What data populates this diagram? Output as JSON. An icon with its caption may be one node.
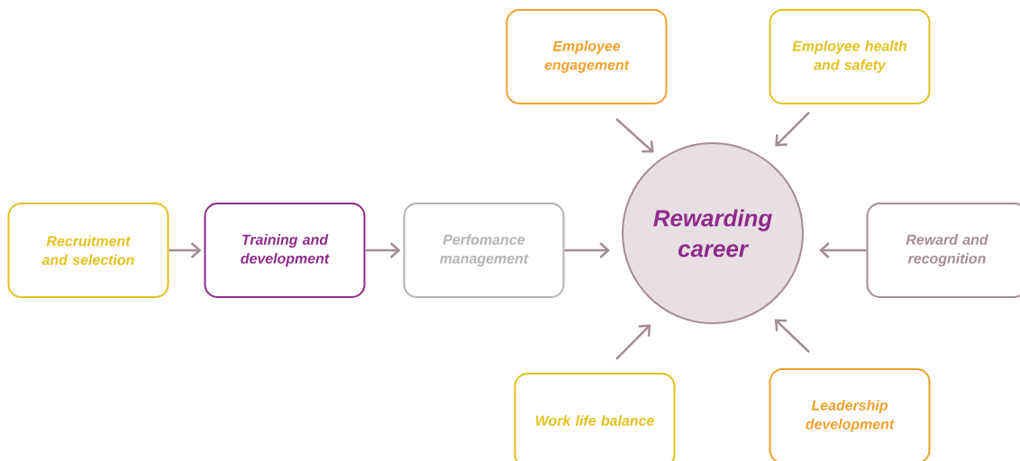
{
  "diagram": {
    "nodes": [
      {
        "text": [
          "Employee engagement"
        ]
      },
      {
        "text": [
          "Employee health and safety"
        ]
      },
      {
        "text": [
          "Recruitment and selection"
        ]
      },
      {
        "text": [
          "Training and development"
        ]
      },
      {
        "text": [
          "Perfomance management"
        ]
      },
      {
        "text": [
          "Rewarding career"
        ]
      },
      {
        "text": [
          "Reward and recognition"
        ]
      },
      {
        "text": [
          "Work life balance"
        ]
      },
      {
        "text": [
          "Leadership development"
        ]
      }
    ],
    "edges": [
      {
        "from": 2,
        "to": 3,
        "arrow": "to"
      },
      {
        "from": 3,
        "to": 4,
        "arrow": "to"
      },
      {
        "from": 4,
        "to": 5,
        "arrow": "to"
      },
      {
        "from": 6,
        "to": 5,
        "arrow": "to"
      },
      {
        "from": 0,
        "to": 5,
        "arrow": "to"
      },
      {
        "from": 1,
        "to": 5,
        "arrow": "to"
      },
      {
        "from": 7,
        "to": 5,
        "arrow": "to"
      },
      {
        "from": 8,
        "to": 5,
        "arrow": "to"
      }
    ]
  }
}
